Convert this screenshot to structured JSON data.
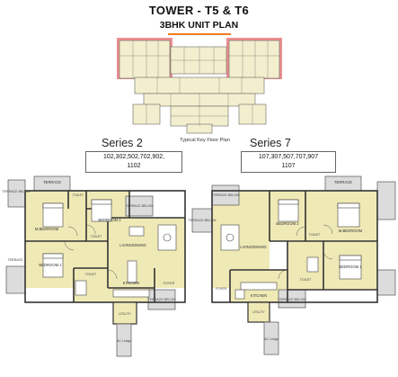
{
  "header": {
    "title": "TOWER - T5 & T6",
    "subtitle": "3BHK UNIT PLAN"
  },
  "key_plan": {
    "caption": "Typical Key Floor Plan"
  },
  "left_plan": {
    "series": "Series 2",
    "units_line1": "102,302,502,702,902,",
    "units_line2": "1102",
    "rooms": {
      "terrace_top": "TERRACE",
      "toilet_top": "TOILET",
      "terrace_below_1": "TERRACE BELOW",
      "mbedroom": "M.BEDROOM",
      "bedroom2": "BEDROOM 2",
      "terrace_right": "TERRACE BELOW",
      "toilet_mid": "TOILET",
      "living": "LIVING/DINING",
      "terrace_left": "TERRACE",
      "bedroom1": "BEDROOM 1",
      "toilet_b": "TOILET",
      "kitchen": "KITCHEN",
      "foyer": "FOYER",
      "utility": "UTILITY",
      "terrace_below_2": "TERRACE BELOW",
      "ac_ledge": "AC Ledge"
    }
  },
  "right_plan": {
    "series": "Series 7",
    "units_line1": "107,307,507,707,907",
    "units_line2": "1107",
    "rooms": {
      "terrace_top": "TERRACE",
      "terrace_below_1": "TERRACE BELOW",
      "bedroom2": "BEDROOM 2",
      "mbedroom": "M.BEDROOM",
      "living": "LIVING/DINING",
      "terrace_right": "TERRACE BELOW",
      "toilet_mid": "TOILET",
      "bedroom1": "BEDROOM 1",
      "toilet_b": "TOILET",
      "kitchen": "KITCHEN",
      "foyer": "FOYER",
      "utility": "UTILITY",
      "terrace_below_2": "TERRACE BELOW",
      "ac_ledge": "AC Ledge"
    }
  },
  "colors": {
    "highlight": "#e8686a",
    "floor": "#efe9b6",
    "wall": "#333333",
    "accent_rule": "#f07a1a"
  }
}
